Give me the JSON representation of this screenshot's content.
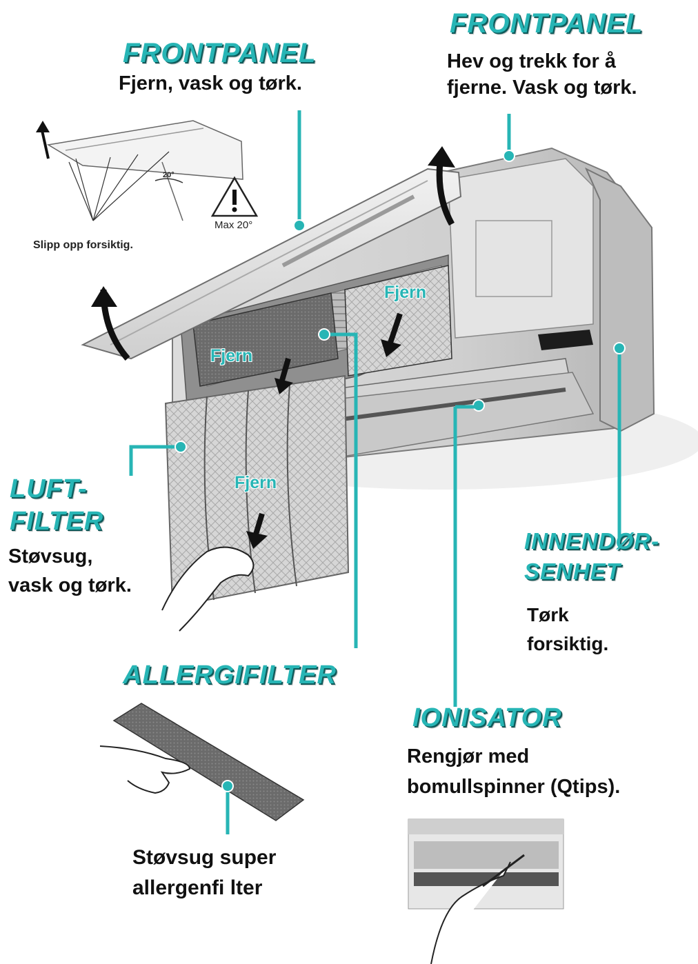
{
  "frontpanel_left": {
    "heading": "FRONTPANEL",
    "text": "Fjern, vask og tørk."
  },
  "frontpanel_right": {
    "heading": "FRONTPANEL",
    "text_line1": "Hev og trekk for å",
    "text_line2": "fjerne. Vask og tørk."
  },
  "inset": {
    "angle_label": "20°",
    "max_label": "Max 20°",
    "caption": "Slipp opp forsiktig."
  },
  "remove_labels": [
    "Fjern",
    "Fjern",
    "Fjern"
  ],
  "luftfilter": {
    "heading_line1": "LUFT-",
    "heading_line2": "FILTER",
    "text_line1": "Støvsug,",
    "text_line2": "vask og tørk."
  },
  "innendorsenhet": {
    "heading_line1": "INNENDØR-",
    "heading_line2": "SENHET",
    "text_line1": "Tørk",
    "text_line2": "forsiktig."
  },
  "allergifilter": {
    "heading": "ALLERGIFILTER",
    "text_line1": "Støvsug super",
    "text_line2": "allergenfi lter"
  },
  "ionisator": {
    "heading": "IONISATOR",
    "text_line1": "Rengjør med",
    "text_line2": "bomullspinner (Qtips)."
  },
  "colors": {
    "accent": "#27b5b5",
    "accent_dark": "#0f5a5a",
    "text": "#111111"
  }
}
